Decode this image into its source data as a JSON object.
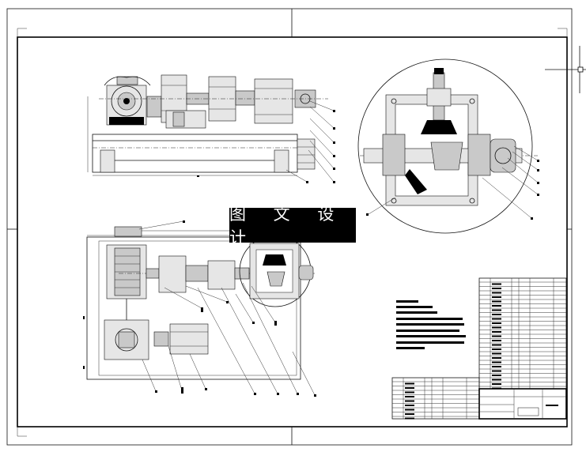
{
  "watermark": {
    "text": "图 文 设 计"
  },
  "drawing": {
    "views": [
      "front-elevation",
      "detail-circle",
      "plan-view"
    ],
    "leader_count_front": 7,
    "leader_count_detail": 6,
    "leader_count_plan": 11
  }
}
